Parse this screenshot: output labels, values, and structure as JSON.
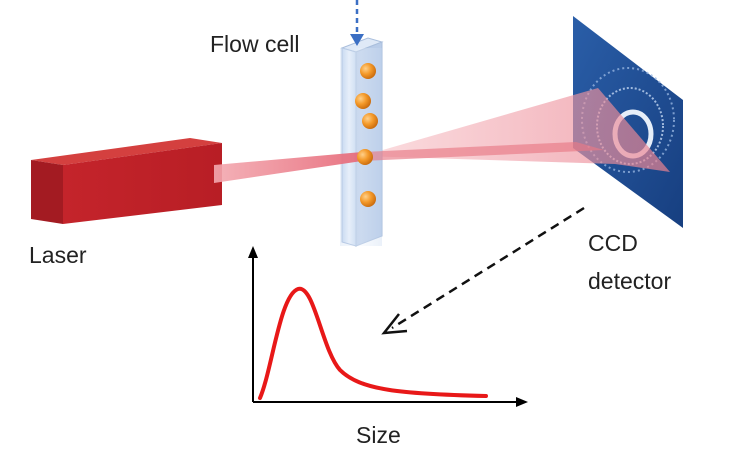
{
  "labels": {
    "flow_cell": "Flow cell",
    "laser": "Laser",
    "detector_line1": "CCD",
    "detector_line2": "detector",
    "size_axis": "Size"
  },
  "colors": {
    "laser_body": "#c8262c",
    "laser_beam": "#e77480",
    "particle": "#f08d1c",
    "flow_cell_glass": "#dde9f8",
    "flow_arrow": "#3b6fc4",
    "detector_panel": "#1f4e94",
    "curve": "#e81818",
    "axis": "#000000"
  },
  "icons": {
    "laser": "laser-source-icon",
    "flow_cell": "flow-cell-icon",
    "detector": "ccd-detector-icon"
  }
}
